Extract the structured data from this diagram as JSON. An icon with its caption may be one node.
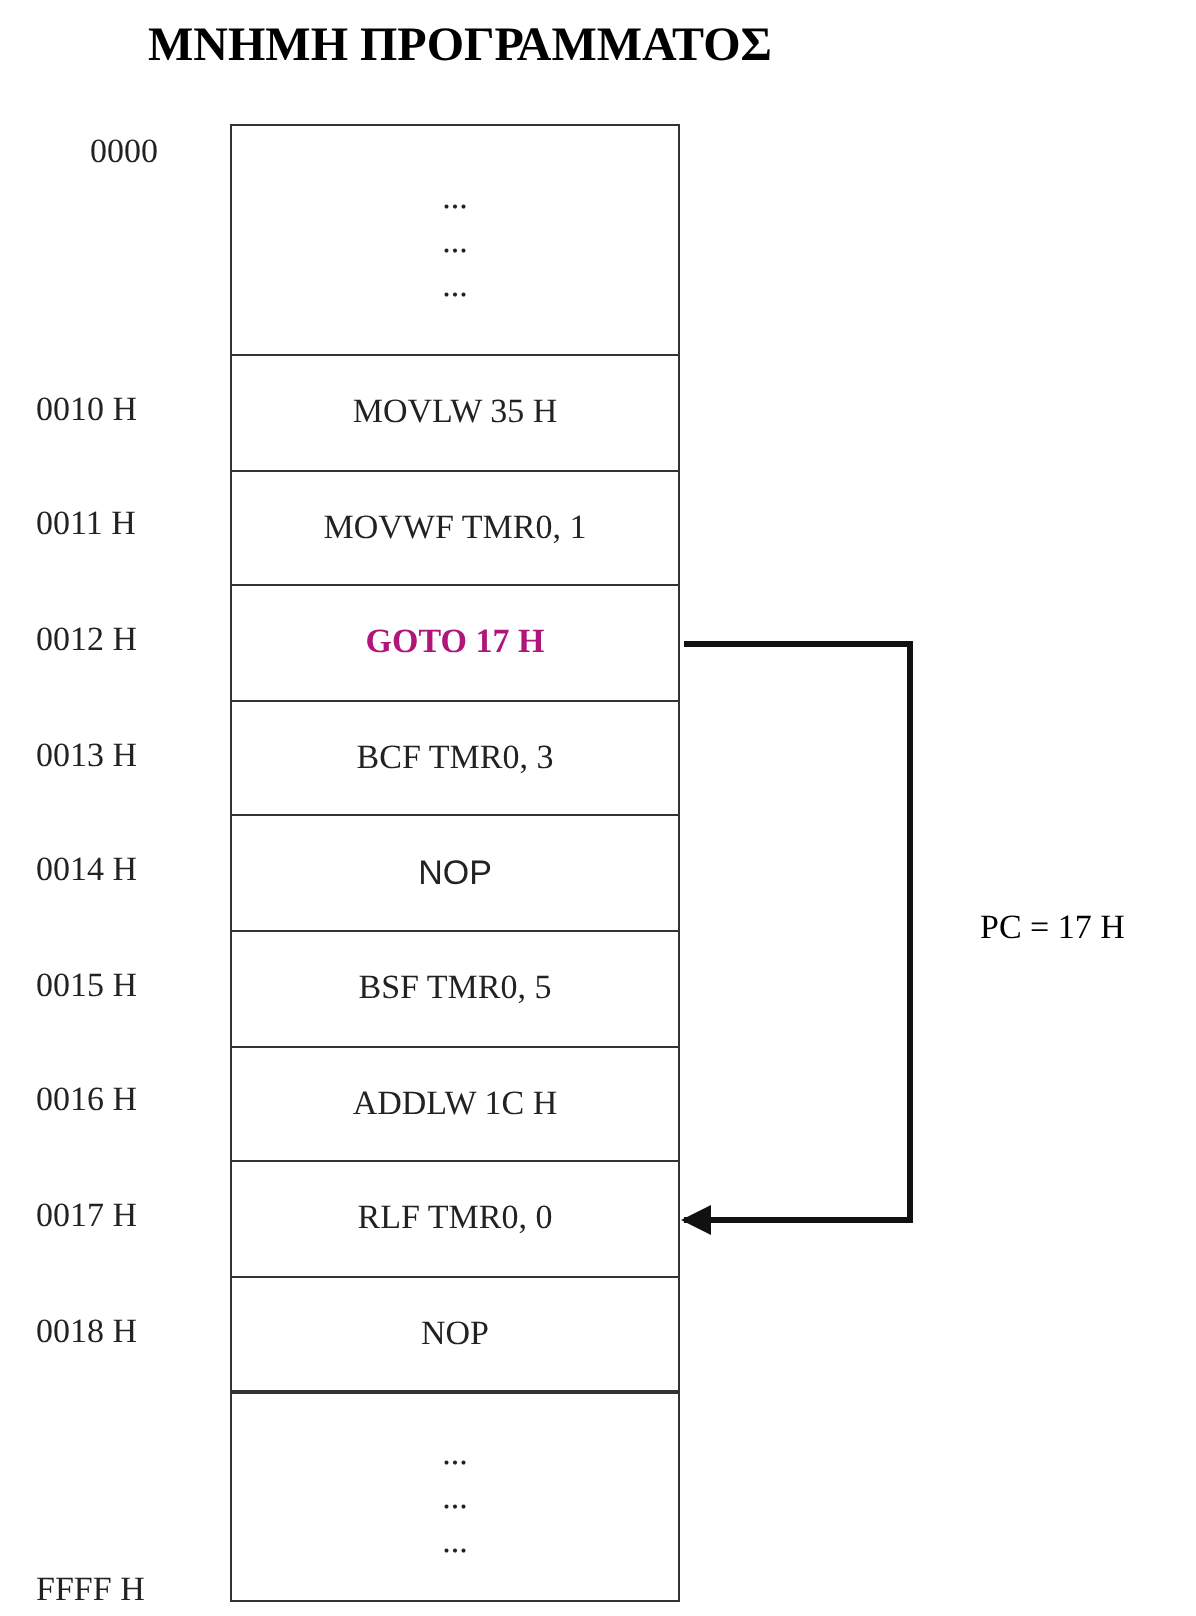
{
  "diagram": {
    "title": "ΜΝΗΜΗ ΠΡΟΓΡΑΜΜΑΤΟΣ",
    "nodes": [
      {
        "text": [
          "... ... ..."
        ],
        "beside": [
          "0000"
        ]
      },
      {
        "text": [
          "MOVLW 35 H"
        ],
        "beside": [
          "0010 H"
        ]
      },
      {
        "text": [
          "MOVWF TMR0, 1"
        ],
        "beside": [
          "0011 H"
        ]
      },
      {
        "text": [
          "GOTO 17 H"
        ],
        "beside": [
          "0012 H"
        ]
      },
      {
        "text": [
          "BCF TMR0, 3"
        ],
        "beside": [
          "0013 H"
        ]
      },
      {
        "text": [
          "NOP"
        ],
        "beside": [
          "0014 H"
        ]
      },
      {
        "text": [
          "BSF TMR0, 5"
        ],
        "beside": [
          "0015 H"
        ]
      },
      {
        "text": [
          "ADDLW 1C H"
        ],
        "beside": [
          "0016 H"
        ]
      },
      {
        "text": [
          "RLF TMR0, 0"
        ],
        "beside": [
          "0017 H"
        ]
      },
      {
        "text": [
          "NOP"
        ],
        "beside": [
          "0018 H"
        ]
      },
      {
        "text": [
          "... ... ..."
        ],
        "beside": [
          "FFFF H"
        ]
      }
    ],
    "edges": [
      {
        "from": 3,
        "to": 8,
        "arrow": "to",
        "label": "PC = 17 H"
      }
    ]
  }
}
